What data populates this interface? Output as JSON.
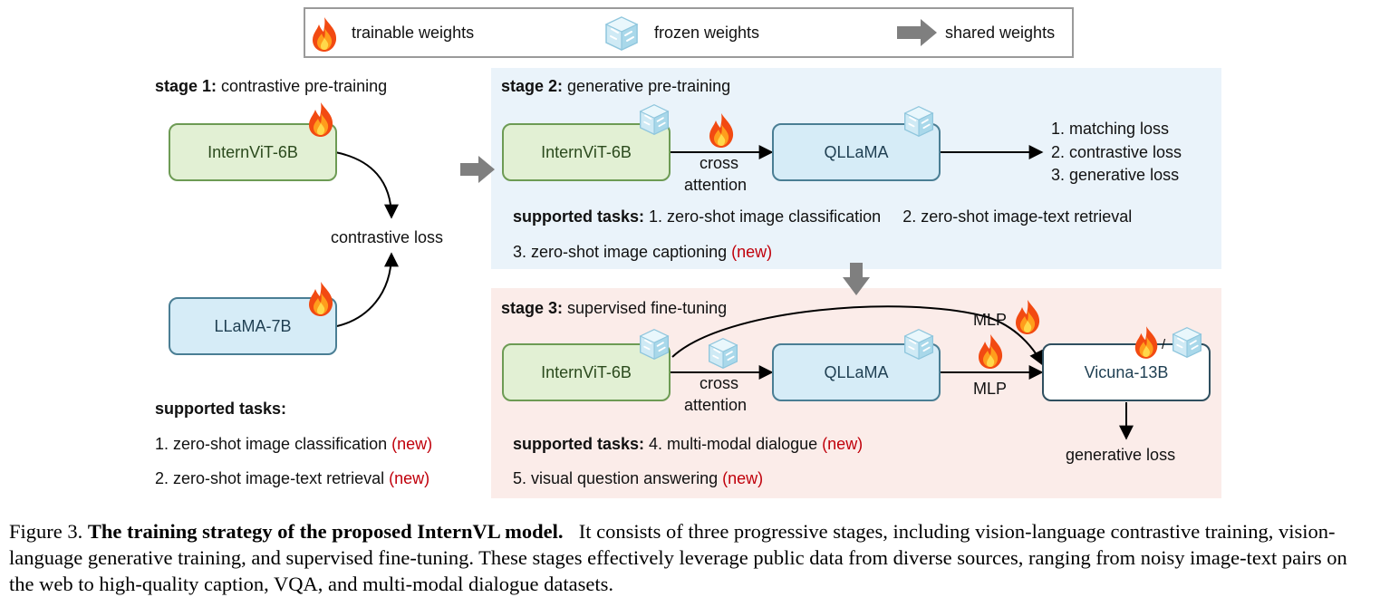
{
  "legend": {
    "trainable": "trainable weights",
    "frozen": "frozen weights",
    "shared": "shared weights"
  },
  "stage1": {
    "title_bold": "stage 1:",
    "title_rest": "contrastive pre-training",
    "vision_model": "InternViT-6B",
    "language_model": "LLaMA-7B",
    "loss": "contrastive loss",
    "tasks_title": "supported tasks:",
    "task1": "1. zero-shot image classification",
    "task2": "2. zero-shot image-text retrieval",
    "new_tag": "(new)"
  },
  "stage2": {
    "title_bold": "stage 2:",
    "title_rest": "generative pre-training",
    "vision_model": "InternViT-6B",
    "middle_model": "QLLaMA",
    "cross_line1": "cross",
    "cross_line2": "attention",
    "loss1": "1. matching loss",
    "loss2": "2. contrastive loss",
    "loss3": "3. generative loss",
    "tasks_title": "supported tasks:",
    "task1": "1. zero-shot image classification",
    "task2": "2. zero-shot image-text retrieval",
    "task3": "3. zero-shot image captioning",
    "new_tag": "(new)"
  },
  "stage3": {
    "title_bold": "stage 3:",
    "title_rest": "supervised fine-tuning",
    "vision_model": "InternViT-6B",
    "middle_model": "QLLaMA",
    "llm": "Vicuna-13B",
    "cross_line1": "cross",
    "cross_line2": "attention",
    "mlp_top": "MLP",
    "mlp_bottom": "MLP",
    "slash": "/",
    "loss": "generative loss",
    "tasks_title": "supported tasks:",
    "task4": "4. multi-modal dialogue",
    "task5": "5. visual question answering",
    "new_tag": "(new)"
  },
  "caption": {
    "label": "Figure 3.",
    "title": "The training strategy of the proposed InternVL model.",
    "body": "It consists of three progressive stages, including vision-language contrastive training, vision-language generative training, and supervised fine-tuning. These stages effectively leverage public data from diverse sources, ranging from noisy image-text pairs on the web to high-quality caption, VQA, and multi-modal dialogue datasets."
  },
  "colors": {
    "stage2_bg": "#eaf3fa",
    "stage3_bg": "#fbece9",
    "trainable_box": "#e2f0d4",
    "frozen_box": "#d6ecf7",
    "new_text": "#c0000b",
    "shared_arrow": "#7f7f7f"
  },
  "icons": {
    "trainable": "flame-icon",
    "frozen": "ice-cube-icon",
    "shared": "gray-arrow-icon"
  }
}
